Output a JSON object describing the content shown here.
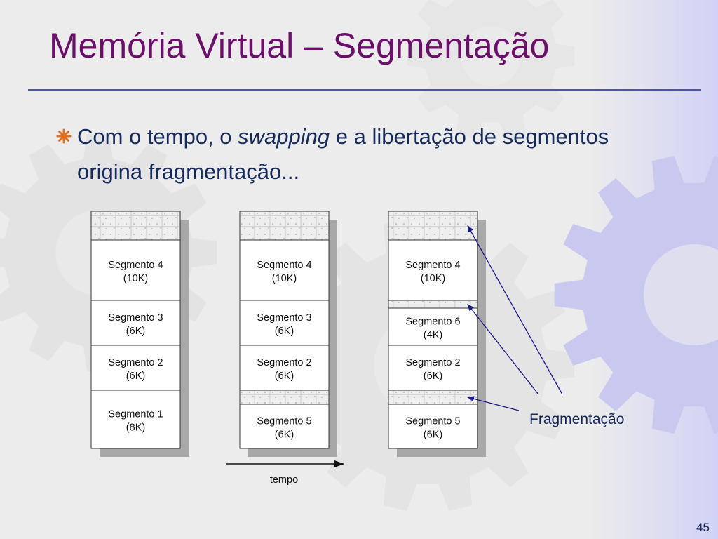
{
  "slide": {
    "title": "Memória Virtual – Segmentação",
    "bullet": {
      "before": "Com o tempo, o ",
      "italic": "swapping",
      "after": " e a libertação de segmentos origina fragmentação..."
    },
    "page_number": "45"
  },
  "diagram": {
    "columns": [
      {
        "blocks": [
          {
            "type": "hole"
          },
          {
            "type": "segment",
            "name": "Segmento 4",
            "size": "(10K)"
          },
          {
            "type": "segment",
            "name": "Segmento 3",
            "size": "(6K)"
          },
          {
            "type": "segment",
            "name": "Segmento 2",
            "size": "(6K)"
          },
          {
            "type": "segment",
            "name": "Segmento 1",
            "size": "(8K)"
          }
        ]
      },
      {
        "blocks": [
          {
            "type": "hole"
          },
          {
            "type": "segment",
            "name": "Segmento 4",
            "size": "(10K)"
          },
          {
            "type": "segment",
            "name": "Segmento 3",
            "size": "(6K)"
          },
          {
            "type": "segment",
            "name": "Segmento 2",
            "size": "(6K)"
          },
          {
            "type": "hole"
          },
          {
            "type": "segment",
            "name": "Segmento 5",
            "size": "(6K)"
          }
        ]
      },
      {
        "blocks": [
          {
            "type": "hole"
          },
          {
            "type": "segment",
            "name": "Segmento 4",
            "size": "(10K)"
          },
          {
            "type": "hole"
          },
          {
            "type": "segment",
            "name": "Segmento 6",
            "size": "(4K)"
          },
          {
            "type": "segment",
            "name": "Segmento 2",
            "size": "(6K)"
          },
          {
            "type": "hole"
          },
          {
            "type": "segment",
            "name": "Segmento 5",
            "size": "(6K)"
          }
        ]
      }
    ],
    "time_label": "tempo",
    "fragmentation_label": "Fragmentação",
    "colors": {
      "title": "#6b0f6b",
      "text": "#162a5c",
      "arrow": "#1a1a8c",
      "bullet": "#e07020"
    }
  }
}
